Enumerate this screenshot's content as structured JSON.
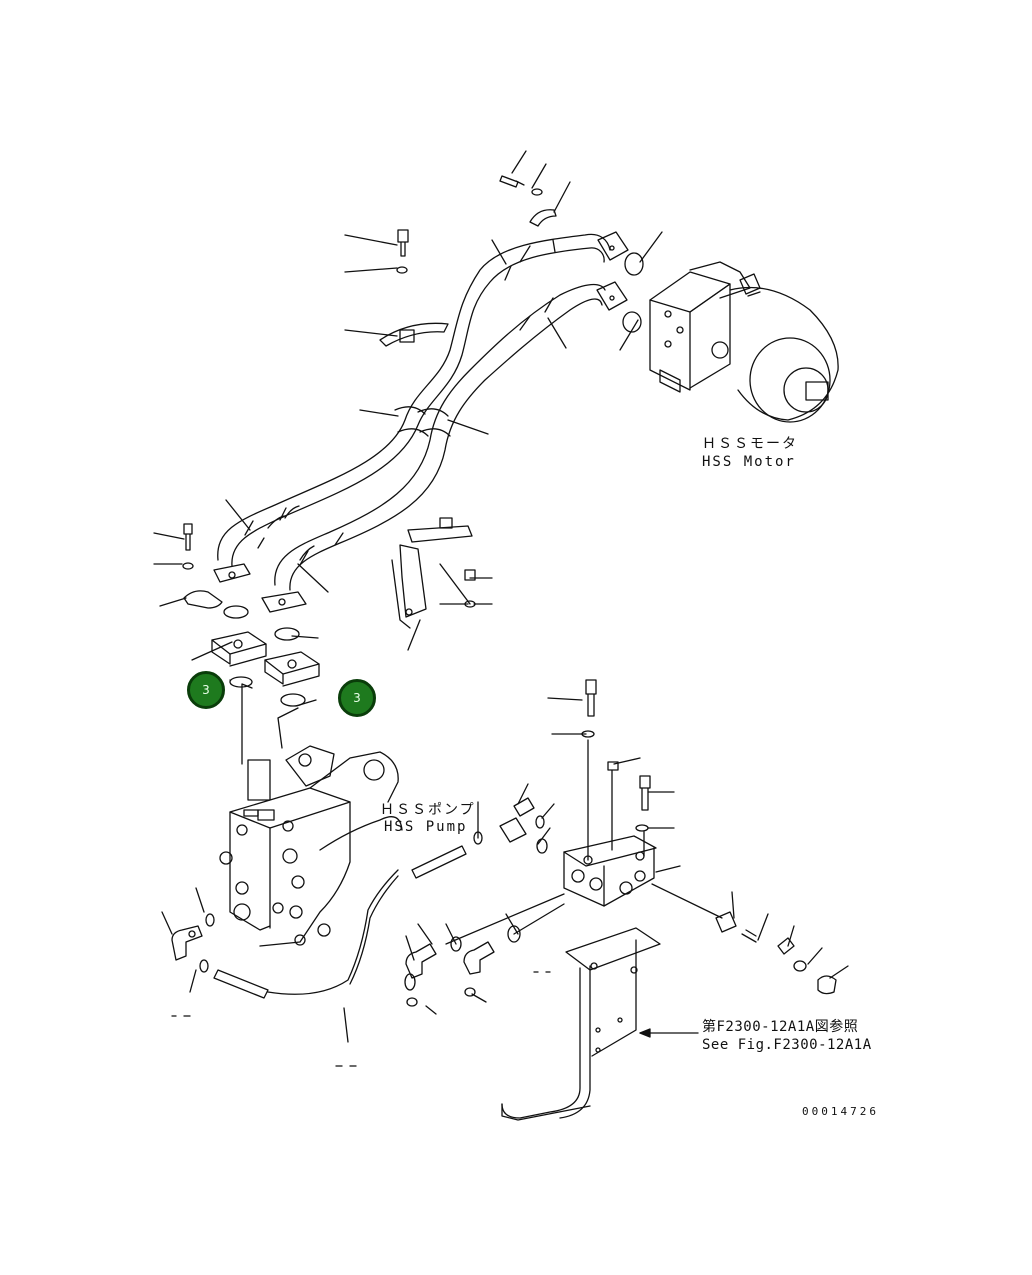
{
  "labels": {
    "motor_jp": "ＨＳＳモータ",
    "motor_en": "HSS Motor",
    "pump_jp": "ＨＳＳポンプ",
    "pump_en": "HSS Pump",
    "ref_jp": "第F2300-12A1A図参照",
    "ref_en": "See Fig.F2300-12A1A"
  },
  "callouts": [
    {
      "number": "3"
    },
    {
      "number": "3"
    }
  ],
  "drawing_number": "00014726",
  "colors": {
    "line": "#111111",
    "callout_fill": "#1e7a1e",
    "callout_border": "#0a3d0a"
  }
}
